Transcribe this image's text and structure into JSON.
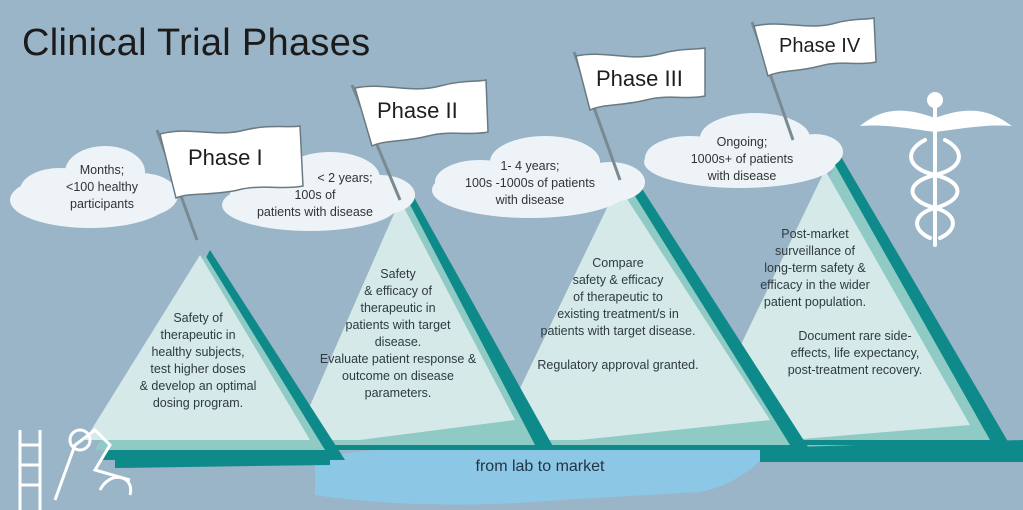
{
  "title": "Clinical Trial Phases",
  "colors": {
    "background": "#9ab4c8",
    "mountain_face": "#d4e9e8",
    "mountain_side": "#0e8a8a",
    "mountain_edge": "#8fcbc4",
    "arrow": "#8cc8e6",
    "cloud": "#eef3f7"
  },
  "phases": [
    {
      "flag": "Phase I",
      "cloud_lines": [
        "Months;",
        "<100 healthy",
        "participants"
      ],
      "body_lines": [
        "Safety of",
        "therapeutic in",
        "healthy subjects,",
        "test higher doses",
        "& develop an optimal",
        "dosing program."
      ]
    },
    {
      "flag": "Phase II",
      "cloud_lines": [
        "< 2 years;",
        "100s of",
        "patients with disease"
      ],
      "body_lines": [
        "Safety",
        "& efficacy of",
        "therapeutic in",
        "patients with target",
        "disease.",
        "Evaluate patient response &",
        "outcome on disease",
        "parameters."
      ]
    },
    {
      "flag": "Phase III",
      "cloud_lines": [
        "1- 4 years;",
        "100s -1000s of patients",
        "with disease"
      ],
      "body_lines": [
        "Compare",
        "safety & efficacy",
        "of therapeutic to",
        "existing treatment/s in",
        "patients with target disease.",
        "",
        "Regulatory approval granted."
      ]
    },
    {
      "flag": "Phase IV",
      "cloud_lines": [
        "Ongoing;",
        "1000s+ of patients",
        "with disease"
      ],
      "body_lines": [
        "Post-market",
        "surveillance of",
        "long-term safety &",
        "efficacy in the wider",
        "patient population.",
        "",
        "Document rare side-",
        "effects, life expectancy,",
        "post-treatment recovery."
      ]
    }
  ],
  "arrow_label": "from lab to market",
  "icons": {
    "caduceus": "caduceus-icon",
    "lab": "lab-equipment-icon"
  }
}
